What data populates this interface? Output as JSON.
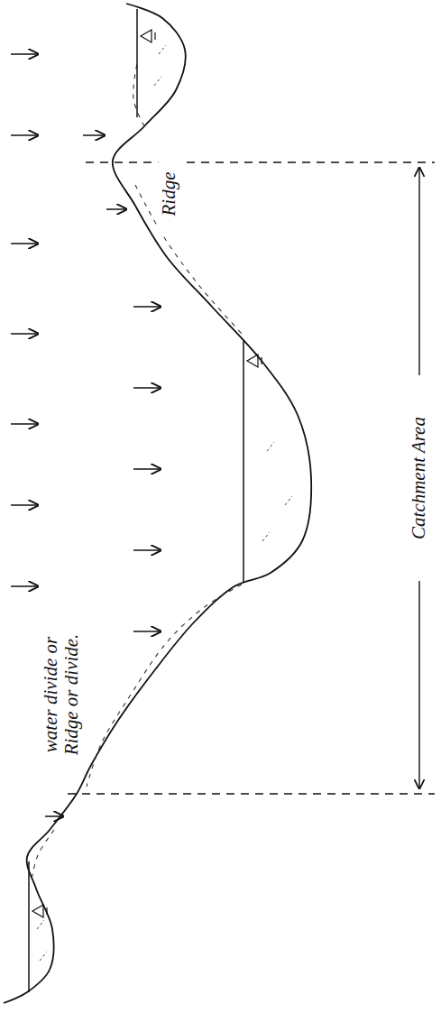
{
  "diagram": {
    "labels": [
      "Ridge",
      "water divide or Ridge or divide.",
      "Catchment Area"
    ]
  }
}
